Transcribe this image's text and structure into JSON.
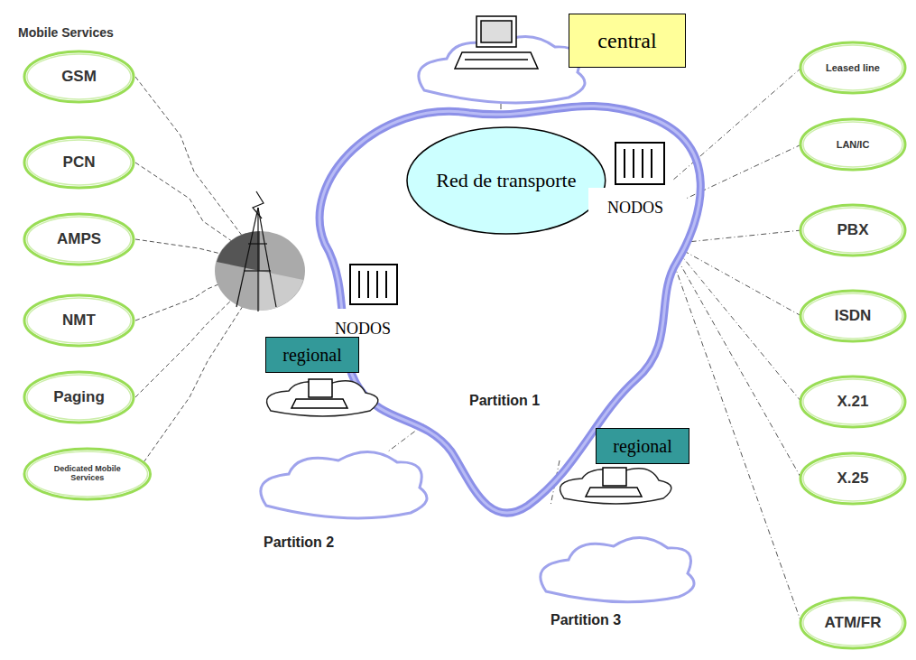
{
  "diagram": {
    "nodes": [
      {
        "text": [
          "central"
        ]
      },
      {
        "text": [
          "Leased line"
        ]
      },
      {
        "text": [
          "GSM"
        ]
      },
      {
        "text": [
          "LAN/IC"
        ]
      },
      {
        "text": [
          "Red de transporte"
        ]
      },
      {
        "text": [
          "NODOS"
        ]
      },
      {
        "text": [
          "PCN"
        ]
      },
      {
        "text": [
          "NODOS"
        ]
      },
      {
        "text": [
          "PBX"
        ]
      },
      {
        "text": [
          "AMPS"
        ]
      },
      {
        "text": [
          "ISDN"
        ]
      },
      {
        "text": [
          "regional"
        ]
      },
      {
        "text": [
          "NMT"
        ]
      },
      {
        "text": [
          "X.21"
        ]
      },
      {
        "text": [
          "regional"
        ]
      },
      {
        "text": [
          "Paging"
        ]
      },
      {
        "text": [
          "X.25"
        ]
      },
      {
        "text": [
          "Dedicated Mobile Services"
        ]
      },
      {
        "text": [
          "ATM/FR"
        ]
      }
    ],
    "labels": [
      "Mobile Services",
      "Partition 1",
      "Partition 2",
      "Partition 3"
    ]
  }
}
